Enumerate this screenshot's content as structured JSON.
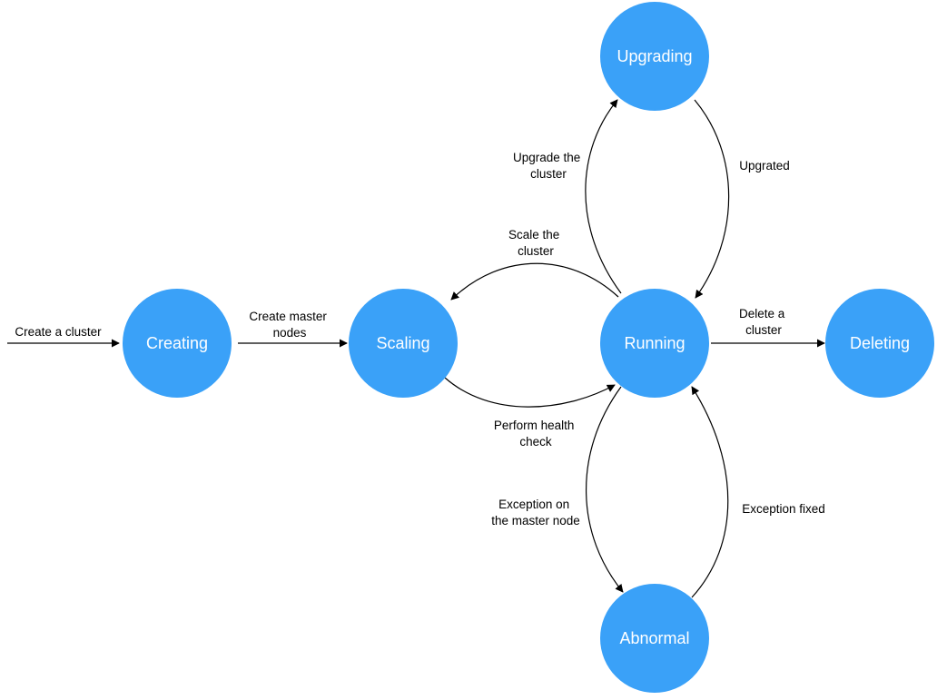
{
  "colors": {
    "node_fill": "#3aa1f8",
    "node_text": "#ffffff",
    "edge": "#000000"
  },
  "nodes": {
    "creating": "Creating",
    "scaling": "Scaling",
    "running": "Running",
    "deleting": "Deleting",
    "upgrading": "Upgrading",
    "abnormal": "Abnormal"
  },
  "edges": {
    "create_cluster": [
      "Create a cluster"
    ],
    "create_master_nodes": [
      "Create master",
      "nodes"
    ],
    "scale_cluster": [
      "Scale the",
      "cluster"
    ],
    "health_check": [
      "Perform health",
      "check"
    ],
    "upgrade_cluster": [
      "Upgrade the",
      "cluster"
    ],
    "upgraded": [
      "Upgrated"
    ],
    "delete_cluster": [
      "Delete a",
      "cluster"
    ],
    "exception_master": [
      "Exception on",
      "the master node"
    ],
    "exception_fixed": [
      "Exception fixed"
    ]
  }
}
